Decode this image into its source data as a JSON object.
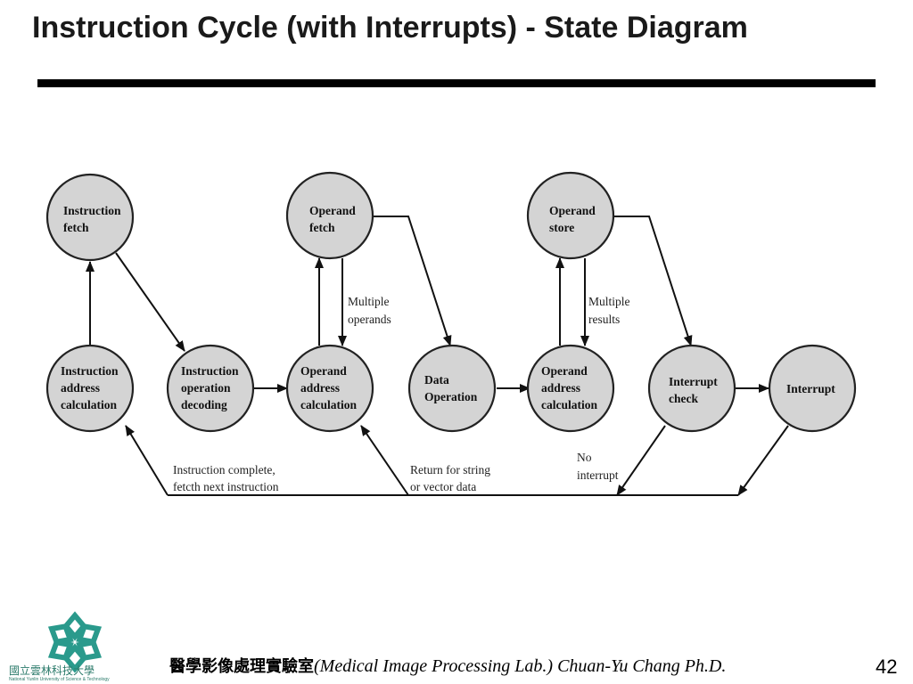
{
  "slide": {
    "title": "Instruction Cycle (with Interrupts) -  State Diagram"
  },
  "diagram": {
    "nodes": [
      {
        "id": "ifetch",
        "lines": [
          "Instruction",
          "fetch"
        ]
      },
      {
        "id": "iac",
        "lines": [
          "Instruction",
          "address",
          "calculation"
        ]
      },
      {
        "id": "iod",
        "lines": [
          "Instruction",
          "operation",
          "decoding"
        ]
      },
      {
        "id": "ofetch",
        "lines": [
          "Operand",
          "fetch"
        ]
      },
      {
        "id": "oac1",
        "lines": [
          "Operand",
          "address",
          "calculation"
        ]
      },
      {
        "id": "dop",
        "lines": [
          "Data",
          "Operation"
        ]
      },
      {
        "id": "ostore",
        "lines": [
          "Operand",
          "store"
        ]
      },
      {
        "id": "oac2",
        "lines": [
          "Operand",
          "address",
          "calculation"
        ]
      },
      {
        "id": "icheck",
        "lines": [
          "Interrupt",
          "check"
        ]
      },
      {
        "id": "interrupt",
        "lines": [
          "Interrupt"
        ]
      }
    ],
    "edge_labels": [
      {
        "id": "multi-operands",
        "lines": [
          "Multiple",
          "operands"
        ]
      },
      {
        "id": "multi-results",
        "lines": [
          "Multiple",
          "results"
        ]
      },
      {
        "id": "instr-complete",
        "lines": [
          "Instruction complete,",
          "fetcth next instruction"
        ]
      },
      {
        "id": "return-string",
        "lines": [
          "Return for string",
          "or vector data"
        ]
      },
      {
        "id": "no-interrupt",
        "lines": [
          "No",
          "interrupt"
        ]
      }
    ]
  },
  "footer": {
    "university_name": "國立雲林科技大學",
    "university_name_en": "National Yunlin University of Science & Technology",
    "lab_cn": "醫學影像處理實驗室",
    "lab_en": "(Medical Image Processing Lab.) Chuan-Yu Chang Ph.D.",
    "page_number": "42"
  },
  "colors": {
    "node_fill": "#d4d4d4",
    "logo_teal": "#2a9a8c"
  },
  "icons": {
    "logo": "university-logo-icon"
  }
}
